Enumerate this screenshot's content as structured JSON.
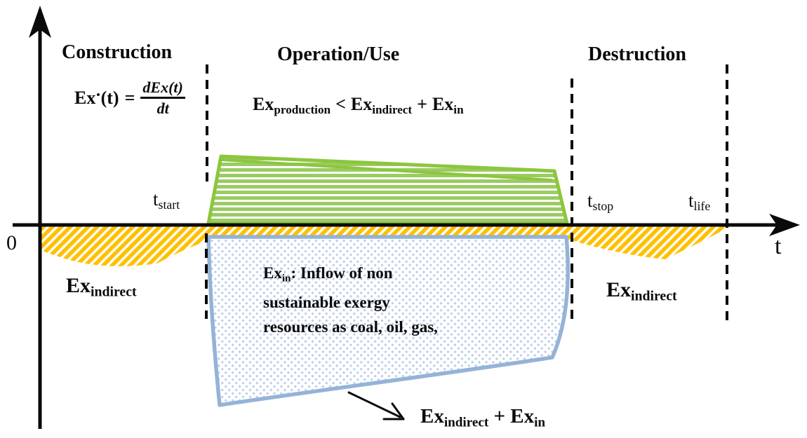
{
  "phases": [
    {
      "label": "Construction"
    },
    {
      "label": "Operation/Use"
    },
    {
      "label": "Destruction"
    }
  ],
  "formula_rate": {
    "base": "Ex",
    "dot": "•",
    "arg": "(t)",
    "equals": "=",
    "numerator": "dEx(t)",
    "denominator": "dt"
  },
  "inequality": {
    "lhs_base": "Ex",
    "lhs_sub": "production",
    "op": "<",
    "mid_base": "Ex",
    "mid_sub": "indirect",
    "plus": "+",
    "rhs_base": "Ex",
    "rhs_sub": "in"
  },
  "axis": {
    "origin": "0",
    "time": "t",
    "t_start": {
      "base": "t",
      "sub": "start"
    },
    "t_stop": {
      "base": "t",
      "sub": "stop"
    },
    "t_life": {
      "base": "t",
      "sub": "life"
    }
  },
  "ex_indirect_left": {
    "base": "Ex",
    "sub": "indirect"
  },
  "ex_indirect_right": {
    "base": "Ex",
    "sub": "indirect"
  },
  "blue_note": {
    "base": "Ex",
    "sub": "in",
    "line1_rest": ": Inflow of non",
    "line2": "sustainable exergy",
    "line3": "resources as coal, oil, gas,"
  },
  "sum_label": {
    "t1_base": "Ex",
    "t1_sub": "indirect",
    "plus": "+",
    "t2_base": "Ex",
    "t2_sub": "in"
  },
  "colors": {
    "axis_ink": "#0a0a0a",
    "green_region": "#8cc63e",
    "green_stripe": "#9bcb63",
    "gold_region": "#ffc000",
    "blue_region": "#95b3d7",
    "blue_dot": "#afc7e8"
  }
}
